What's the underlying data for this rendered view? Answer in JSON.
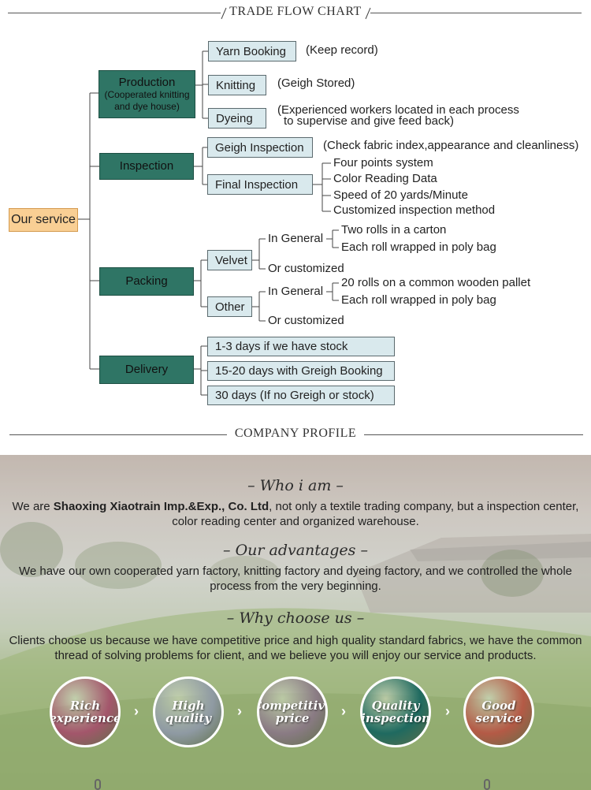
{
  "headers": {
    "trade_flow": "TRADE FLOW CHART",
    "company_profile": "COMPANY PROFILE"
  },
  "flow": {
    "root": "Our service",
    "production": {
      "label": "Production",
      "sub": "(Cooperated knitting and dye house)",
      "items": [
        {
          "label": "Yarn Booking",
          "note": "(Keep record)"
        },
        {
          "label": "Knitting",
          "note": "(Geigh Stored)"
        },
        {
          "label": "Dyeing",
          "note_line1": "(Experienced workers located in each process",
          "note_line2": "to supervise and give feed back)"
        }
      ]
    },
    "inspection": {
      "label": "Inspection",
      "items": [
        {
          "label": "Geigh Inspection",
          "note": "(Check fabric index,appearance and cleanliness)"
        },
        {
          "label": "Final Inspection",
          "details": [
            "Four points system",
            "Color Reading Data",
            "Speed of 20 yards/Minute",
            "Customized inspection method"
          ]
        }
      ]
    },
    "packing": {
      "label": "Packing",
      "velvet": {
        "label": "Velvet",
        "general": "In General",
        "general_items": [
          "Two rolls in a carton",
          "Each roll wrapped in poly bag"
        ],
        "custom": "Or customized"
      },
      "other": {
        "label": "Other",
        "general": "In General",
        "general_items": [
          "20 rolls on a common wooden pallet",
          "Each roll wrapped in poly bag"
        ],
        "custom": "Or customized"
      }
    },
    "delivery": {
      "label": "Delivery",
      "items": [
        "1-3 days if we have stock",
        "15-20 days with Greigh Booking",
        "30 days (If no Greigh or stock)"
      ]
    }
  },
  "profile": {
    "who": {
      "heading": "– Who i am –",
      "text_pre": "We are ",
      "company": "Shaoxing Xiaotrain Imp.&Exp., Co. Ltd",
      "text_post": ", not only a textile trading company, but a inspection center, color reading center and organized warehouse."
    },
    "advantages": {
      "heading": "– Our advantages –",
      "text": "We have our own cooperated yarn factory, knitting factory and dyeing factory, and we controlled the whole process from the very beginning."
    },
    "why": {
      "heading": "– Why choose us –",
      "text": "Clients choose us because we have competitive price and high quality standard fabrics, we have the common thread of solving problems for client, and we believe you will enjoy our service and products."
    },
    "features": [
      {
        "line1": "Rich",
        "line2": "experience",
        "color": "#a3566b"
      },
      {
        "line1": "High",
        "line2": "quality",
        "color": "#8f9aa3"
      },
      {
        "line1": "Competitive",
        "line2": "price",
        "color": "#8a7b84"
      },
      {
        "line1": "Quality",
        "line2": "inspection",
        "color": "#1f6a60"
      },
      {
        "line1": "Good",
        "line2": "service",
        "color": "#b45a46"
      }
    ],
    "arrow_icon": "chevron-right-icon"
  }
}
